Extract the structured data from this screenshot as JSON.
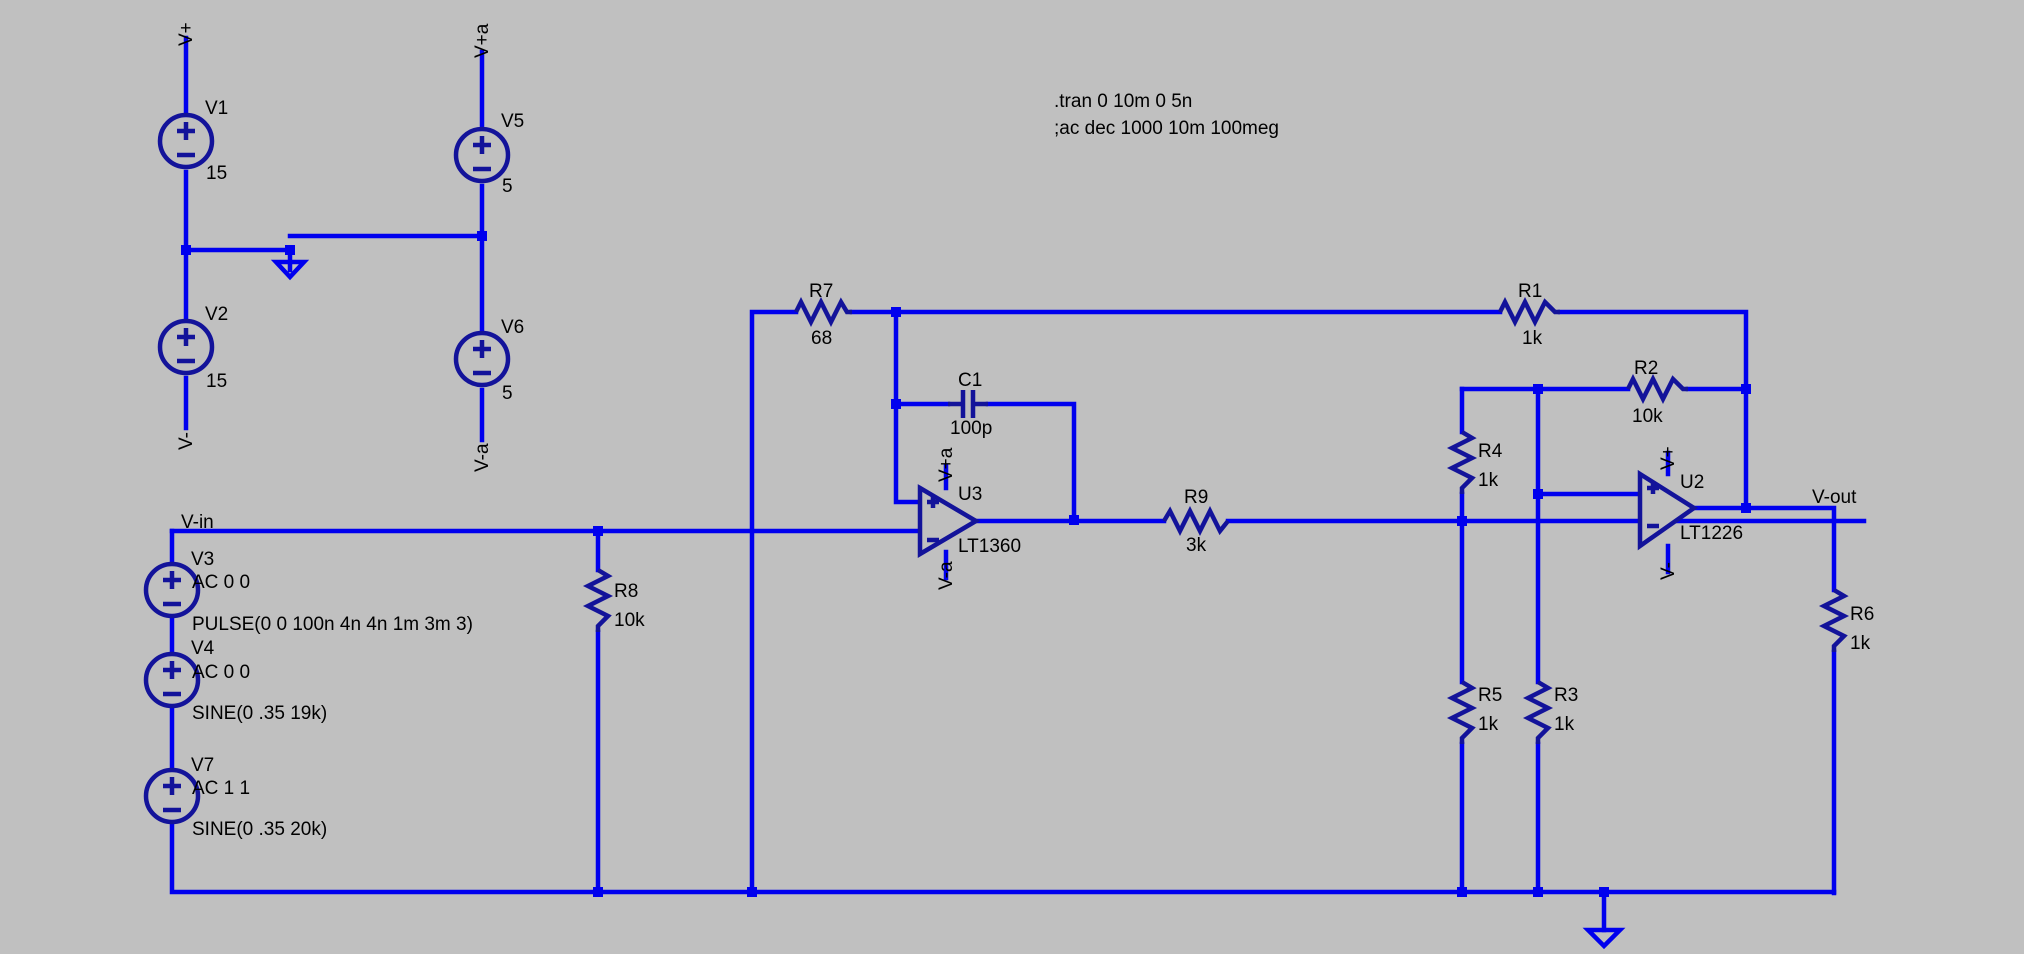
{
  "directives": [
    ".tran 0 10m 0 5n",
    ";ac dec 1000 10m 100meg"
  ],
  "components": {
    "V1": {
      "name": "V1",
      "value": "15"
    },
    "V2": {
      "name": "V2",
      "value": "15"
    },
    "V5": {
      "name": "V5",
      "value": "5"
    },
    "V6": {
      "name": "V6",
      "value": "5"
    },
    "V3": {
      "name": "V3",
      "ac": "AC 0 0",
      "value": "PULSE(0 0 100n 4n 4n 1m 3m 3)"
    },
    "V4": {
      "name": "V4",
      "ac": "AC 0 0",
      "value": "SINE(0 .35 19k)"
    },
    "V7": {
      "name": "V7",
      "ac": "AC 1 1",
      "value": "SINE(0 .35 20k)"
    },
    "R1": {
      "name": "R1",
      "value": "1k"
    },
    "R2": {
      "name": "R2",
      "value": "10k"
    },
    "R3": {
      "name": "R3",
      "value": "1k"
    },
    "R4": {
      "name": "R4",
      "value": "1k"
    },
    "R5": {
      "name": "R5",
      "value": "1k"
    },
    "R6": {
      "name": "R6",
      "value": "1k"
    },
    "R7": {
      "name": "R7",
      "value": "68"
    },
    "R8": {
      "name": "R8",
      "value": "10k"
    },
    "R9": {
      "name": "R9",
      "value": "3k"
    },
    "C1": {
      "name": "C1",
      "value": "100p"
    },
    "U3": {
      "name": "U3",
      "value": "LT1360"
    },
    "U2": {
      "name": "U2",
      "value": "LT1226"
    }
  },
  "nets": {
    "vp": "V+",
    "vm": "V-",
    "vpa": "V+a",
    "vma": "V-a",
    "vin": "V-in",
    "vout": "V-out"
  },
  "colors": {
    "background": "#c0c0c0",
    "wire": "#0000ee",
    "component": "#13139a"
  }
}
